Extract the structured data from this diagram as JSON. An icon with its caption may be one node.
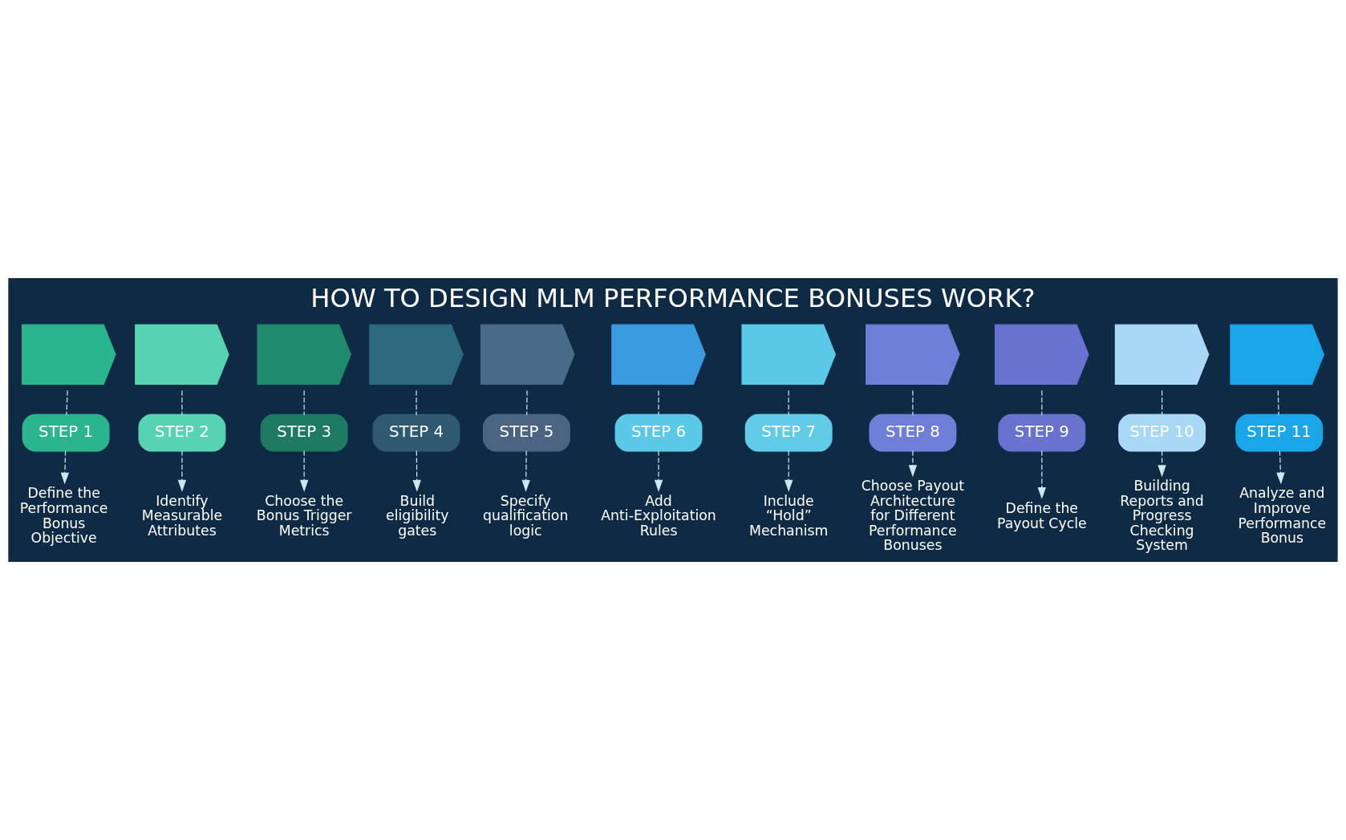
{
  "diagram": {
    "title": "HOW TO DESIGN MLM PERFORMANCE BONUSES WORK?",
    "nodes": [
      {
        "text": [],
        "shape": "chevron"
      },
      {
        "text": [],
        "shape": "chevron"
      },
      {
        "text": [],
        "shape": "chevron"
      },
      {
        "text": [],
        "shape": "chevron"
      },
      {
        "text": [],
        "shape": "chevron"
      },
      {
        "text": [],
        "shape": "chevron"
      },
      {
        "text": [],
        "shape": "chevron"
      },
      {
        "text": [],
        "shape": "chevron"
      },
      {
        "text": [],
        "shape": "chevron"
      },
      {
        "text": [],
        "shape": "chevron"
      },
      {
        "text": [],
        "shape": "chevron"
      },
      {
        "text": [
          "STEP 1"
        ]
      },
      {
        "text": [
          "STEP 2"
        ]
      },
      {
        "text": [
          "STEP 3"
        ]
      },
      {
        "text": [
          "STEP 4"
        ]
      },
      {
        "text": [
          "STEP 5"
        ]
      },
      {
        "text": [
          "STEP 6"
        ]
      },
      {
        "text": [
          "STEP 7"
        ]
      },
      {
        "text": [
          "STEP 8"
        ]
      },
      {
        "text": [
          "STEP 9"
        ]
      },
      {
        "text": [
          "STEP 10"
        ]
      },
      {
        "text": [
          "STEP 11"
        ]
      },
      {
        "text": [
          "Define the Performance Bonus Objective"
        ]
      },
      {
        "text": [
          "Identify Measurable Attributes"
        ]
      },
      {
        "text": [
          "Choose the Bonus Trigger Metrics"
        ]
      },
      {
        "text": [
          "Build eligibility gates"
        ]
      },
      {
        "text": [
          "Specify qualification logic"
        ]
      },
      {
        "text": [
          "Add Anti-Exploitation Rules"
        ]
      },
      {
        "text": [
          "Include “Hold” Mechanism"
        ]
      },
      {
        "text": [
          "Choose Payout Architecture for Different Performance Bonuses"
        ]
      },
      {
        "text": [
          "Define the Payout Cycle"
        ]
      },
      {
        "text": [
          "Building Reports and Progress Checking System"
        ]
      },
      {
        "text": [
          "Analyze and Improve Performance Bonus"
        ]
      }
    ],
    "edges": [
      {
        "from": 0,
        "to": 11,
        "arrow": "none",
        "style": "dashed"
      },
      {
        "from": 11,
        "to": 22,
        "arrow": "to",
        "style": "dashed"
      },
      {
        "from": 1,
        "to": 12,
        "arrow": "none",
        "style": "dashed"
      },
      {
        "from": 12,
        "to": 23,
        "arrow": "to",
        "style": "dashed"
      },
      {
        "from": 2,
        "to": 13,
        "arrow": "none",
        "style": "dashed"
      },
      {
        "from": 13,
        "to": 24,
        "arrow": "to",
        "style": "dashed"
      },
      {
        "from": 3,
        "to": 14,
        "arrow": "none",
        "style": "dashed"
      },
      {
        "from": 14,
        "to": 25,
        "arrow": "to",
        "style": "dashed"
      },
      {
        "from": 4,
        "to": 15,
        "arrow": "none",
        "style": "dashed"
      },
      {
        "from": 15,
        "to": 26,
        "arrow": "to",
        "style": "dashed"
      },
      {
        "from": 5,
        "to": 16,
        "arrow": "none",
        "style": "dashed"
      },
      {
        "from": 16,
        "to": 27,
        "arrow": "to",
        "style": "dashed"
      },
      {
        "from": 6,
        "to": 17,
        "arrow": "none",
        "style": "dashed"
      },
      {
        "from": 17,
        "to": 28,
        "arrow": "to",
        "style": "dashed"
      },
      {
        "from": 7,
        "to": 18,
        "arrow": "none",
        "style": "dashed"
      },
      {
        "from": 18,
        "to": 29,
        "arrow": "to",
        "style": "dashed"
      },
      {
        "from": 8,
        "to": 19,
        "arrow": "none",
        "style": "dashed"
      },
      {
        "from": 19,
        "to": 30,
        "arrow": "to",
        "style": "dashed"
      },
      {
        "from": 9,
        "to": 20,
        "arrow": "none",
        "style": "dashed"
      },
      {
        "from": 20,
        "to": 31,
        "arrow": "to",
        "style": "dashed"
      },
      {
        "from": 10,
        "to": 21,
        "arrow": "none",
        "style": "dashed"
      },
      {
        "from": 21,
        "to": 32,
        "arrow": "to",
        "style": "dashed"
      }
    ]
  }
}
